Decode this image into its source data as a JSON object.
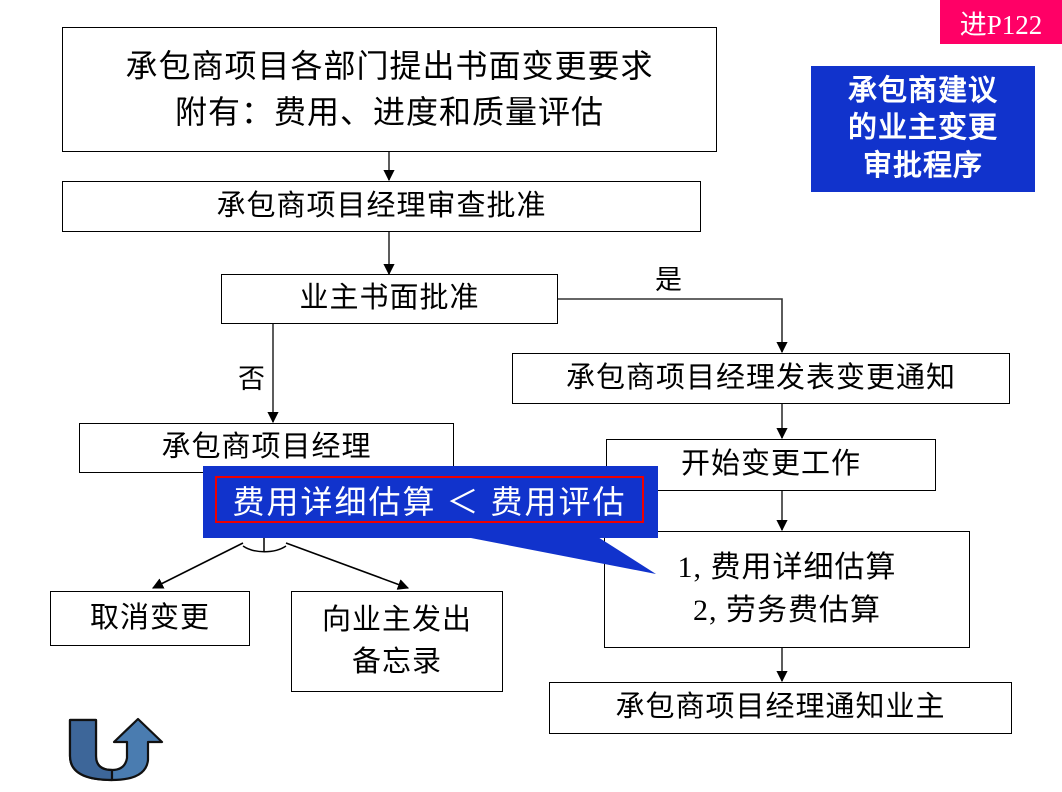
{
  "page": {
    "badge_label": "进P122",
    "background_color": "#ffffff"
  },
  "title_box": {
    "lines": [
      "承包商建议",
      "的业主变更",
      "审批程序"
    ],
    "background_color": "#1133cc",
    "text_color": "#ffffff"
  },
  "callout": {
    "text": "费用详细估算 ＜ 费用评估",
    "background_color": "#1133cc",
    "border_color": "#ee0000",
    "text_color": "#ffffff"
  },
  "flow": {
    "nodes": [
      {
        "id": "change-request",
        "lines": [
          "承包商项目各部门提出书面变更要求",
          "附有：费用、进度和质量评估"
        ]
      },
      {
        "id": "pm-review",
        "lines": [
          "承包商项目经理审查批准"
        ]
      },
      {
        "id": "owner-approval",
        "lines": [
          "业主书面批准"
        ]
      },
      {
        "id": "pm-issue-notice",
        "lines": [
          "承包商项目经理发表变更通知"
        ]
      },
      {
        "id": "contractor-pm",
        "lines": [
          "承包商项目经理"
        ]
      },
      {
        "id": "start-change-work",
        "lines": [
          "开始变更工作"
        ]
      },
      {
        "id": "cancel-change",
        "lines": [
          "取消变更"
        ]
      },
      {
        "id": "memo-to-owner",
        "lines": [
          "向业主发出",
          "备忘录"
        ]
      },
      {
        "id": "estimates",
        "lines": [
          "1, 费用详细估算",
          "2, 劳务费估算"
        ]
      },
      {
        "id": "pm-notify-owner",
        "lines": [
          "承包商项目经理通知业主"
        ]
      }
    ],
    "edge_labels": [
      {
        "id": "yes",
        "text": "是"
      },
      {
        "id": "no",
        "text": "否"
      }
    ]
  },
  "icons": {
    "return_arrow": "u-turn-up-arrow-icon",
    "arrow_fill_dark": "#3d6699",
    "arrow_fill_light": "#5b93cc"
  }
}
